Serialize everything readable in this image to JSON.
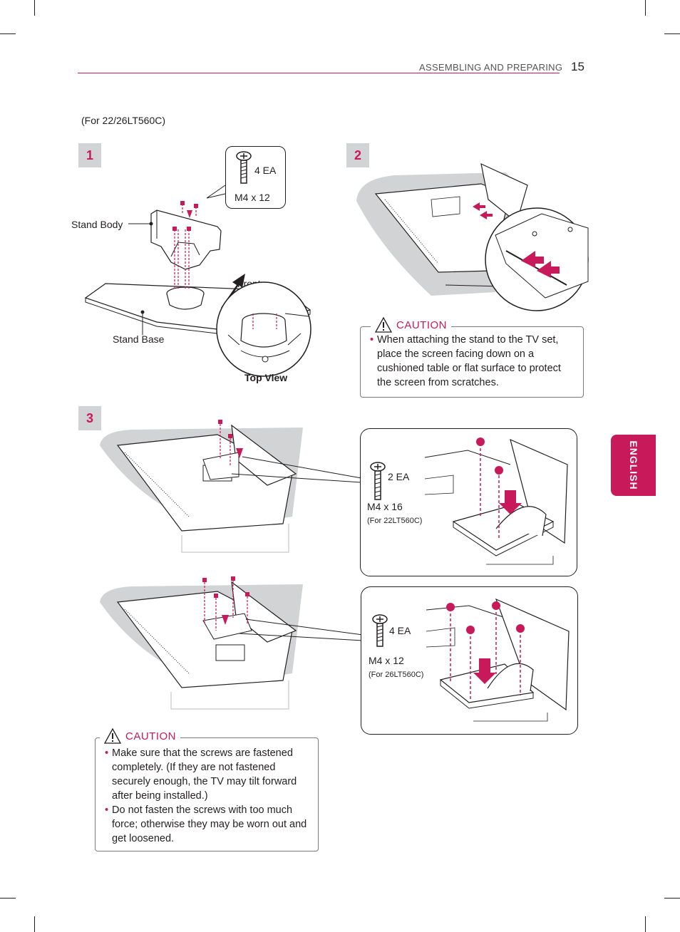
{
  "header": {
    "section_title": "ASSEMBLING AND PREPARING",
    "page_number": "15"
  },
  "side_tab": {
    "label": "ENGLISH"
  },
  "model_note": "(For 22/26LT560C)",
  "steps": {
    "step1": {
      "number": "1",
      "screw_qty": "4 EA",
      "screw_size": "M4 x 12",
      "stand_body": "Stand Body",
      "stand_base": "Stand Base",
      "front": "Front",
      "top_view": "Top View"
    },
    "step2": {
      "number": "2"
    },
    "step3": {
      "number": "3",
      "callout_a": {
        "qty": "2 EA",
        "size": "M4 x 16",
        "model": "(For 22LT560C)"
      },
      "callout_b": {
        "qty": "4 EA",
        "size": "M4 x 12",
        "model": "(For 26LT560C)"
      }
    }
  },
  "caution1": {
    "title": "CAUTION",
    "bullets": [
      "When attaching the stand to the TV set, place the screen facing down on a cushioned table or flat surface to protect the screen from scratches."
    ]
  },
  "caution2": {
    "title": "CAUTION",
    "bullets": [
      "Make sure that the screws are fastened completely. (If they are not fastened securely enough, the TV may tilt forward after being installed.)",
      "Do not fasten the screws with too much force; otherwise they may be worn out and get loosened."
    ]
  },
  "colors": {
    "accent": "#c8195a",
    "step_box": "#d1d3d4",
    "text": "#231f20"
  }
}
